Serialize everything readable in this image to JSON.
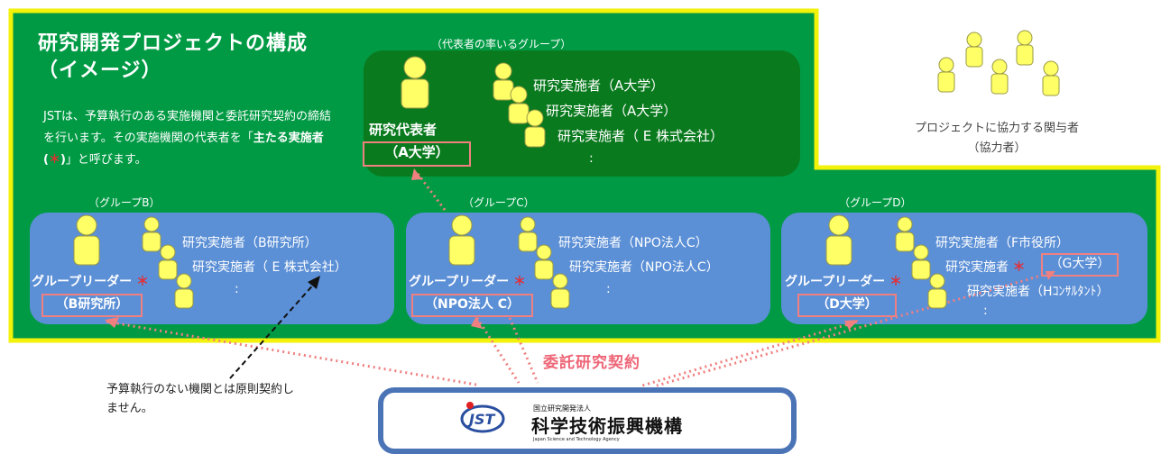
{
  "title": "研究開発プロジェクトの構成\n（イメージ）",
  "description": {
    "part1": "JSTは、予算執行のある実施機関と委託研究契約の締結を行います。その実施機関の代表者を「",
    "bold_label": "主たる実施者(",
    "star": "＊",
    "bold_close": ")",
    "part2": "」と呼びます。"
  },
  "lead_group": {
    "title": "（代表者の率いるグループ）",
    "leader_label": "研究代表者",
    "leader_inst": "（A大学）",
    "members": [
      "研究実施者（A大学）",
      "研究実施者（A大学）",
      "研究実施者（ E 株式会社）"
    ],
    "dots": ":"
  },
  "collaborators": {
    "label_line1": "プロジェクトに協力する関与者",
    "label_line2": "（協力者）"
  },
  "group_b": {
    "title": "（グループB）",
    "leader_label": "グループリーダー",
    "star": "＊",
    "leader_inst": "（B研究所）",
    "members": [
      "研究実施者（B研究所）",
      "研究実施者（ E 株式会社）"
    ],
    "dots": ":"
  },
  "group_c": {
    "title": "（グループC）",
    "leader_label": "グループリーダー",
    "star": "＊",
    "leader_inst": "（NPO法人 C）",
    "members": [
      "研究実施者（NPO法人C）",
      "研究実施者（NPO法人C）"
    ],
    "dots": ":"
  },
  "group_d": {
    "title": "（グループD）",
    "leader_label": "グループリーダー",
    "star": "＊",
    "leader_inst": "（D大学）",
    "members": [
      "研究実施者（F市役所）",
      "研究実施者",
      "研究実施者（Hｺﾝｻﾙﾀﾝﾄ）"
    ],
    "member_star": "＊",
    "member_inst": "（G大学）",
    "dots": ":"
  },
  "contract_label": "委託研究契約",
  "note": "予算執行のない機関とは原則契約しません。",
  "jst": {
    "logo": "JST",
    "org_type": "国立研究開発法人",
    "name": "科学技術振興機構",
    "english": "Japan Science and Technology Agency"
  },
  "colors": {
    "green": "#009a44",
    "dark_green": "#0a7a1e",
    "yellow_border": "#f2f20a",
    "group_blue": "#5b8fd6",
    "pink": "#f08080",
    "jst_blue": "#4a74b6"
  }
}
